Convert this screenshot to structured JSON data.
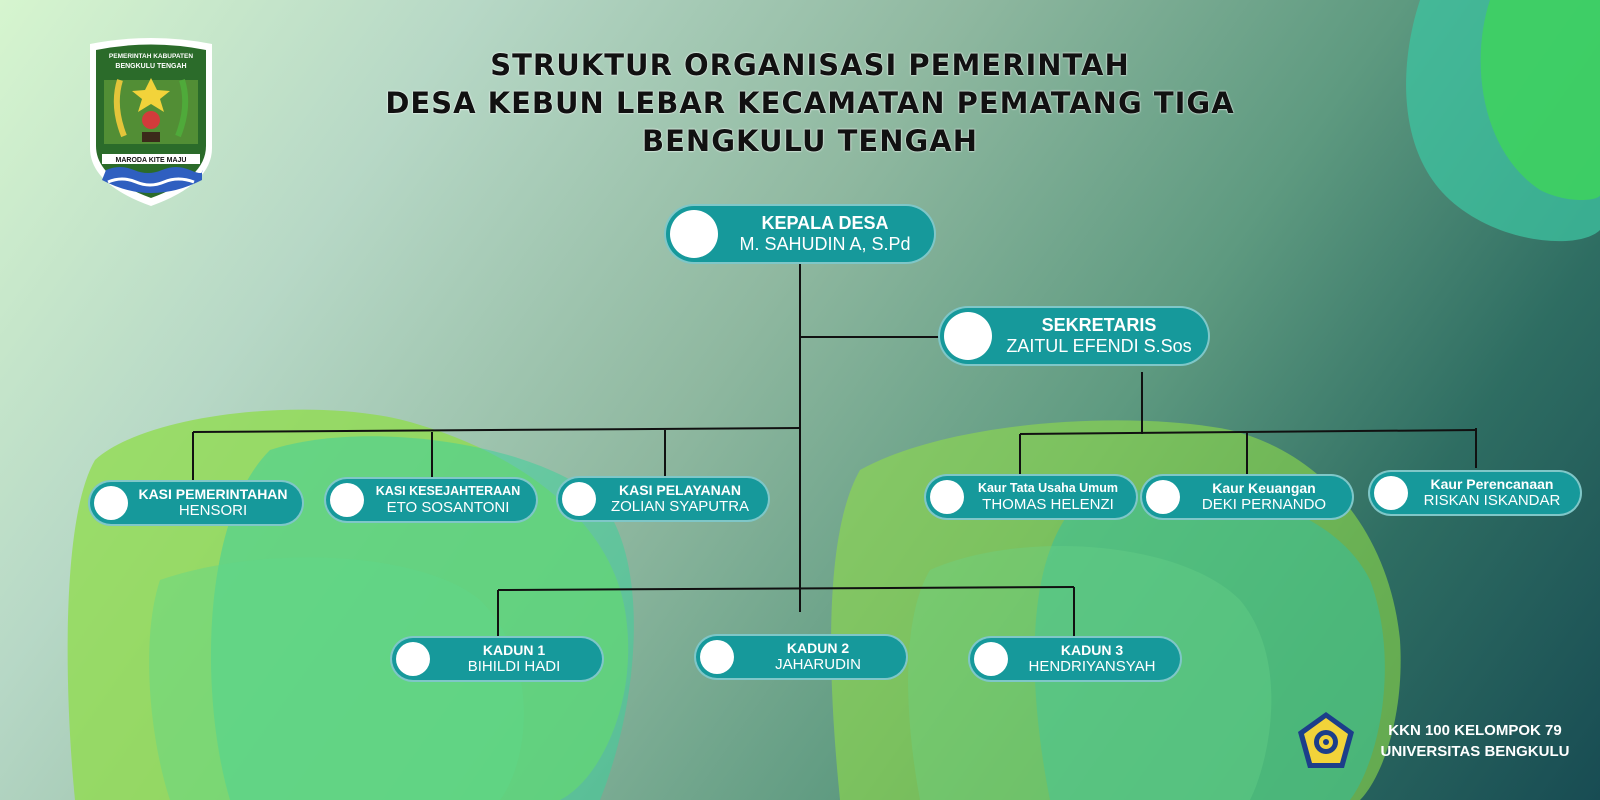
{
  "title": {
    "line1": "STRUKTUR ORGANISASI PEMERINTAH",
    "line2": "DESA KEBUN LEBAR KECAMATAN PEMATANG TIGA",
    "line3": "BENGKULU TENGAH"
  },
  "logo": {
    "top_text_1": "PEMERINTAH KABUPATEN",
    "top_text_2": "BENGKULU TENGAH",
    "motto": "MARODA KITE MAJU"
  },
  "nodes": {
    "kepala_desa": {
      "role": "KEPALA DESA",
      "name": "M. SAHUDIN A, S.Pd"
    },
    "sekretaris": {
      "role": "SEKRETARIS",
      "name": "ZAITUL EFENDI S.Sos"
    },
    "kasi_pemerintahan": {
      "role": "KASI PEMERINTAHAN",
      "name": "HENSORI"
    },
    "kasi_kesejahteraan": {
      "role": "KASI KESEJAHTERAAN",
      "name": "ETO SOSANTONI"
    },
    "kasi_pelayanan": {
      "role": "KASI PELAYANAN",
      "name": "ZOLIAN SYAPUTRA"
    },
    "kaur_tata_usaha": {
      "role": "Kaur Tata Usaha Umum",
      "name": "THOMAS HELENZI"
    },
    "kaur_keuangan": {
      "role": "Kaur Keuangan",
      "name": "DEKI PERNANDO"
    },
    "kaur_perencanaan": {
      "role": "Kaur Perencanaan",
      "name": "RISKAN ISKANDAR"
    },
    "kadun_1": {
      "role": "KADUN 1",
      "name": "BIHILDI HADI"
    },
    "kadun_2": {
      "role": "KADUN 2",
      "name": "JAHARUDIN"
    },
    "kadun_3": {
      "role": "KADUN 3",
      "name": "HENDRIYANSYAH"
    }
  },
  "footer": {
    "line1": "KKN 100 KELOMPOK 79",
    "line2": "UNIVERSITAS BENGKULU"
  },
  "colors": {
    "node_fill": "#16999b",
    "connector": "#111111",
    "title_text": "#111111"
  }
}
